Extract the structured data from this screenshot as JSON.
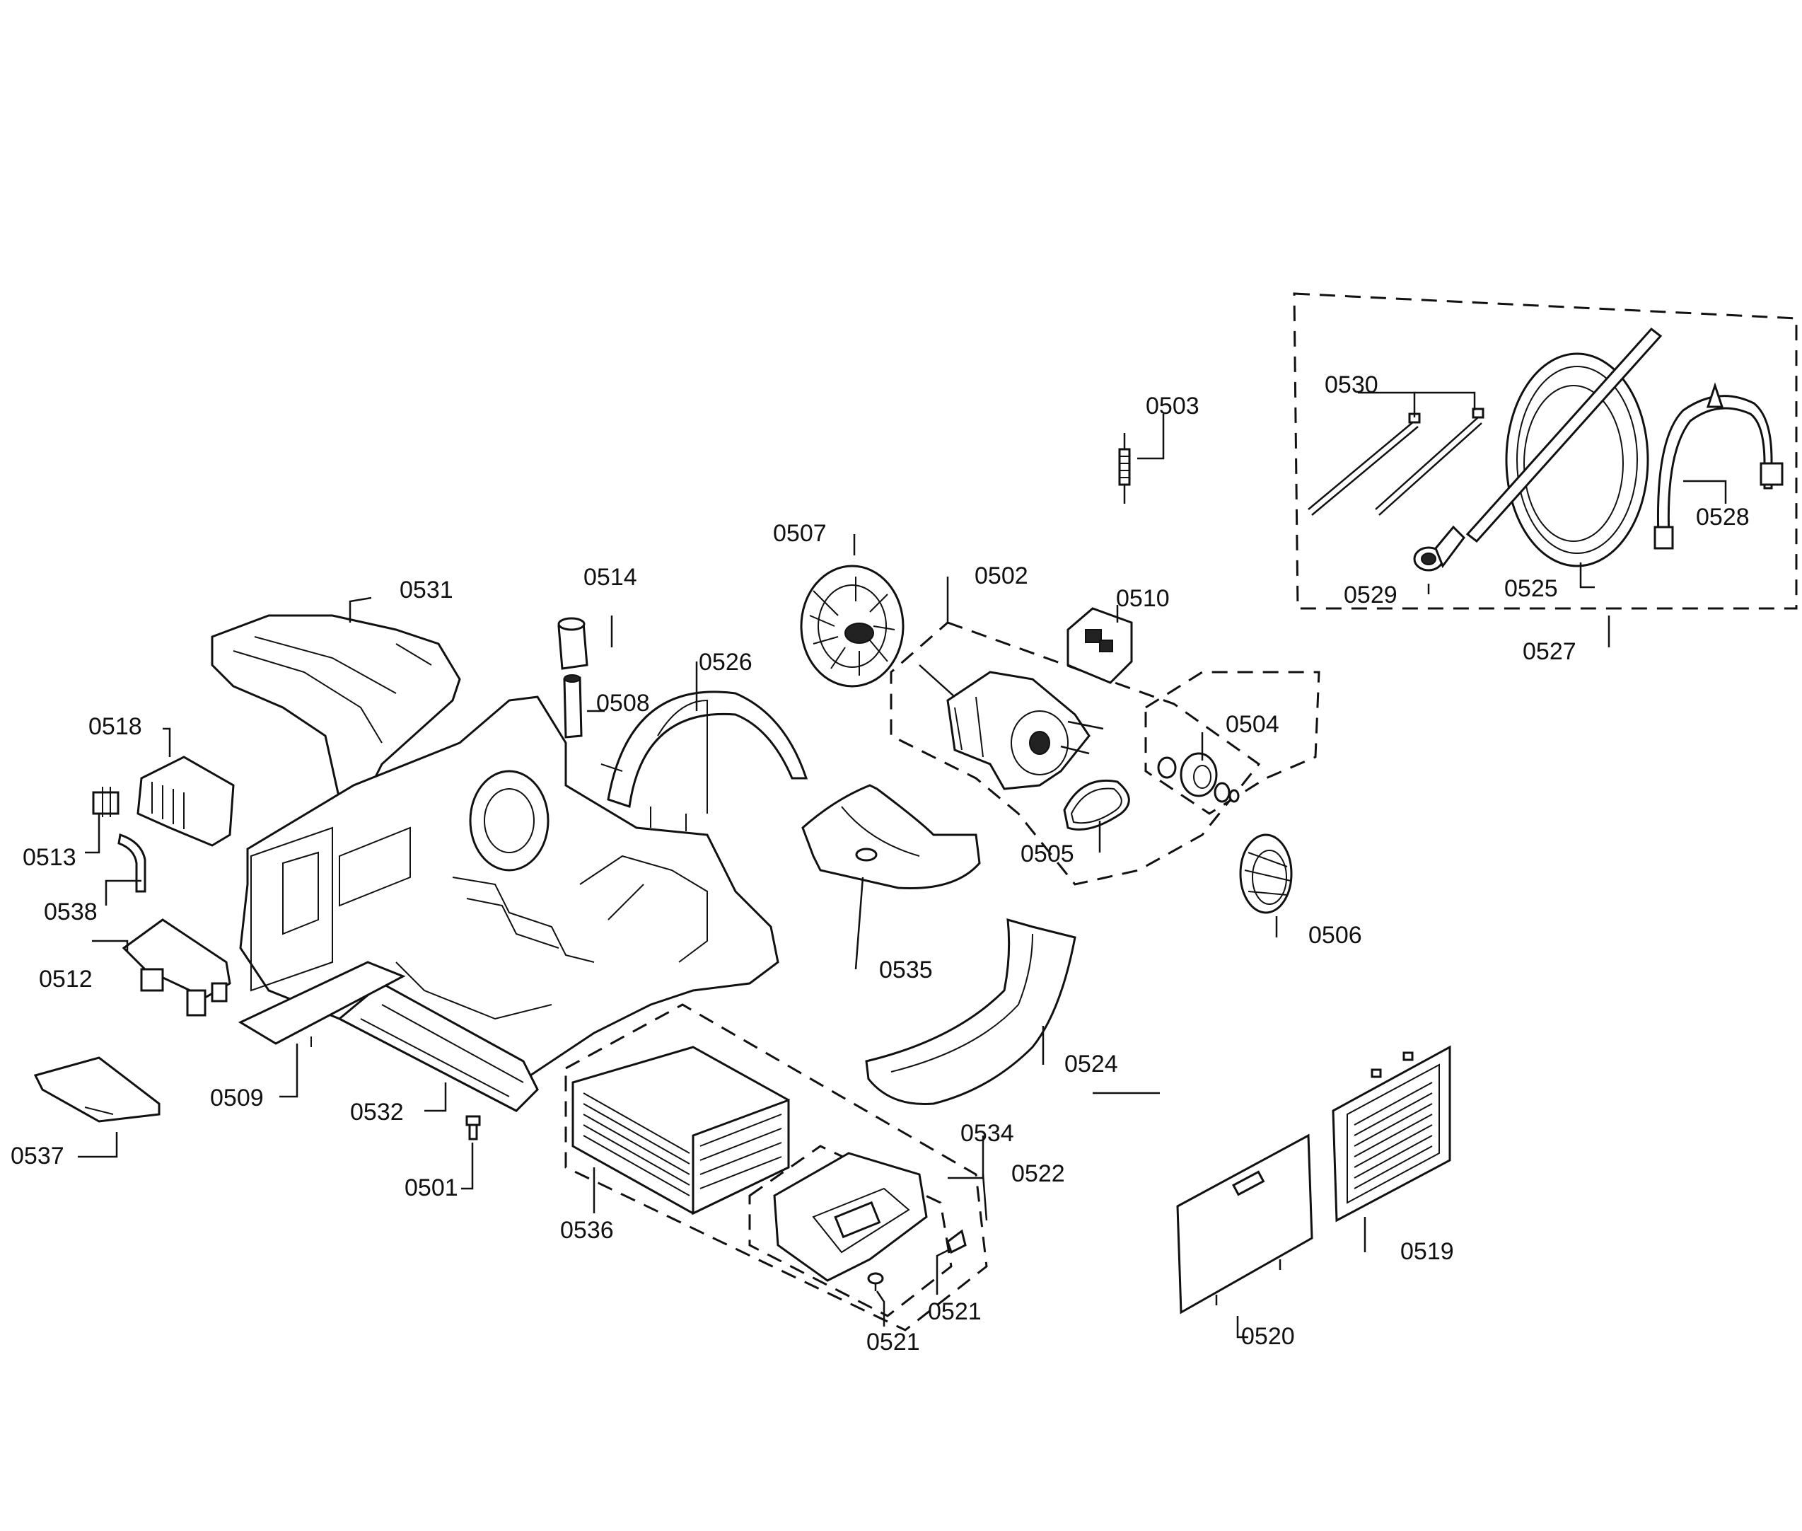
{
  "parts": {
    "p0501": "0501",
    "p0502": "0502",
    "p0503": "0503",
    "p0504": "0504",
    "p0505": "0505",
    "p0506": "0506",
    "p0507": "0507",
    "p0508": "0508",
    "p0509": "0509",
    "p0510": "0510",
    "p0512": "0512",
    "p0513": "0513",
    "p0514": "0514",
    "p0518": "0518",
    "p0519": "0519",
    "p0520": "0520",
    "p0521a": "0521",
    "p0521b": "0521",
    "p0522": "0522",
    "p0524": "0524",
    "p0525": "0525",
    "p0526": "0526",
    "p0527": "0527",
    "p0528": "0528",
    "p0529": "0529",
    "p0530": "0530",
    "p0531": "0531",
    "p0532": "0532",
    "p0534": "0534",
    "p0535": "0535",
    "p0536": "0536",
    "p0537": "0537",
    "p0538": "0538"
  }
}
